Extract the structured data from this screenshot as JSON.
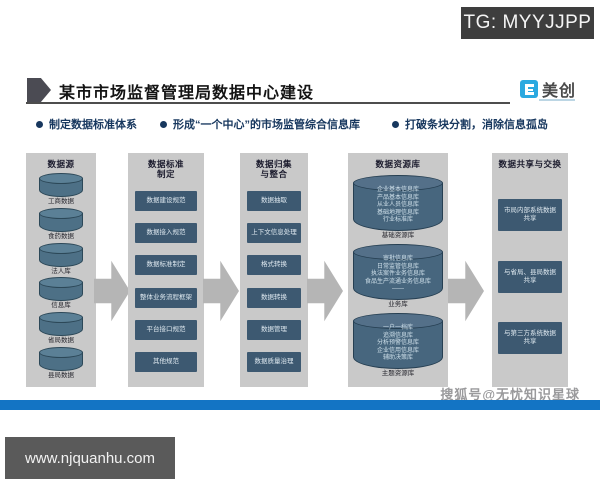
{
  "badge": {
    "text": "TG: MYYJJPP"
  },
  "header": {
    "title": "某市市场监督管理局数据中心建设",
    "logo_text": "美创"
  },
  "bullets": [
    "制定数据标准体系",
    "形成“一个中心”的市场监管综合信息库",
    "打破条块分割，消除信息孤岛"
  ],
  "columns": [
    {
      "title": "数据源",
      "items": [
        "工商数据",
        "食药数据",
        "法人库",
        "信息库",
        "省局数据",
        "县局数据"
      ]
    },
    {
      "title": "数据标准制定",
      "items": [
        "数据建设规范",
        "数据接入规范",
        "数据标准制定",
        "整体业务流程框架",
        "平台接口规范",
        "其他规范"
      ]
    },
    {
      "title": "数据归集与整合",
      "items": [
        "数据抽取",
        "上下文信息处理",
        "格式转换",
        "数据转换",
        "数据管理",
        "数据质量治理"
      ]
    },
    {
      "title": "数据资源库",
      "groups": [
        {
          "lines": [
            "企业基本信息库",
            "产品基本信息库",
            "从业人员信息库",
            "基础地理信息库",
            "行业标准库"
          ],
          "label": "基础资源库"
        },
        {
          "lines": [
            "审批信息库",
            "日常监管信息库",
            "执法案件业务信息库",
            "食品生产流通业务信息库",
            "——"
          ],
          "label": "业务库"
        },
        {
          "lines": [
            "一户一档库",
            "追溯信息库",
            "分析预警信息库",
            "企业信用信息库",
            "辅助决策库"
          ],
          "label": "主题资源库"
        }
      ]
    },
    {
      "title": "数据共享与交换",
      "items": [
        "市局内部系统数据共享",
        "与省局、县局数据共享",
        "与第三方系统数据共享"
      ]
    }
  ],
  "footer": {
    "watermark": "搜狐号@无忧知识星球",
    "url": "www.njquanhu.com"
  },
  "colors": {
    "accent_blue": "#1374c4",
    "box_blue": "#3d5971",
    "cylinder_blue": "#4d7086",
    "column_gray": "#c9c9c9",
    "arrow_gray": "#b5b5b5",
    "badge_dark": "#3e3e3e",
    "url_box_gray": "#5a5a5a",
    "logo_blue": "#2ba9e0"
  }
}
